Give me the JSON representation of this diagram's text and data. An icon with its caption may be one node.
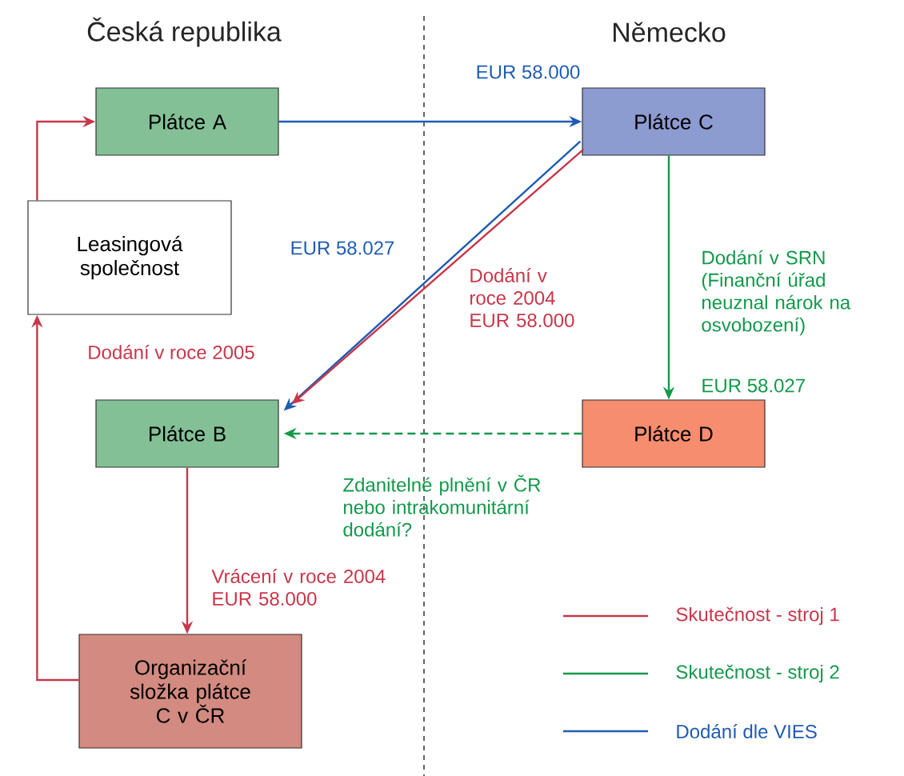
{
  "diagram": {
    "nodes": [
      {
        "text": [
          "Plátce A"
        ]
      },
      {
        "text": [
          "Plátce C"
        ]
      },
      {
        "text": [
          "Leasingová společnost"
        ]
      },
      {
        "text": [
          "Plátce B"
        ]
      },
      {
        "text": [
          "Plátce D"
        ]
      },
      {
        "text": [
          "Organizační složka plátce C v ČR"
        ]
      }
    ],
    "edges": [
      {
        "from": 0,
        "to": 1,
        "arrow": "to",
        "label": "EUR 58.000",
        "color": "#1f5cb3"
      },
      {
        "from": 1,
        "to": 3,
        "arrow": "to",
        "label": "EUR 58.027",
        "color": "#1f5cb3"
      },
      {
        "from": 1,
        "to": 3,
        "arrow": "to",
        "label": "Dodání v roce 2004 EUR 58.000"
      },
      {
        "from": 1,
        "to": 4,
        "arrow": "to",
        "label": "Dodání v SRN (Finanční úřad neuznal nárok na osvobození)",
        "color": "#12994a"
      },
      {
        "from": 4,
        "to": 3,
        "arrow": "to",
        "label": "Zdanitelné plnění v ČR nebo intrakomunitární dodání?",
        "style": "dashed",
        "color": "#12994a"
      },
      {
        "from": 3,
        "to": 5,
        "arrow": "to",
        "label": "Vrácení v roce 2004 EUR 58.000"
      },
      {
        "from": 5,
        "to": 2,
        "arrow": "to",
        "label": "Dodání v roce 2005"
      },
      {
        "from": 2,
        "to": 0,
        "arrow": "to"
      }
    ],
    "labels": [
      "Česká republika",
      "Německo",
      "EUR 58.027"
    ],
    "legend": [
      {
        "text": "Skutečnost - stroj 1"
      },
      {
        "text": "Skutečnost - stroj 2"
      },
      {
        "text": "Dodání dle VIES"
      }
    ]
  }
}
